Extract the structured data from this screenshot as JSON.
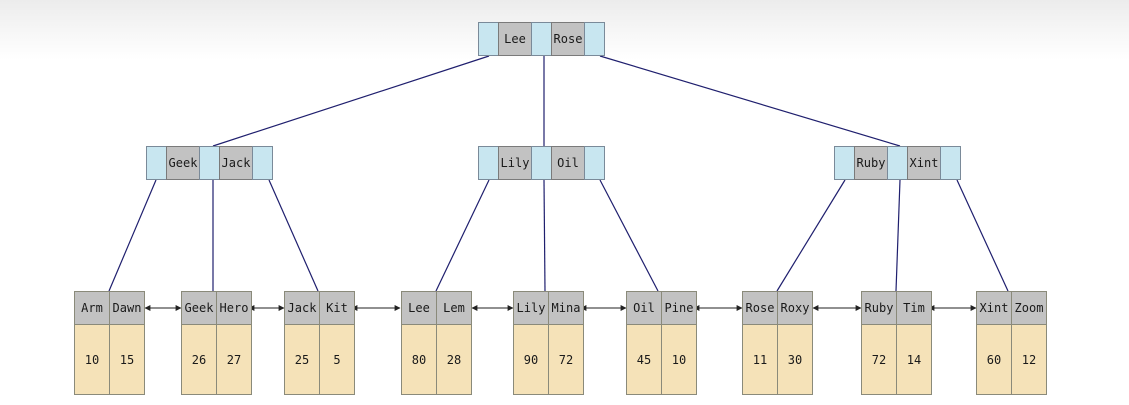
{
  "tree": {
    "root": {
      "keys": [
        "Lee",
        "Rose"
      ]
    },
    "internal": [
      {
        "keys": [
          "Geek",
          "Jack"
        ]
      },
      {
        "keys": [
          "Lily",
          "Oil"
        ]
      },
      {
        "keys": [
          "Ruby",
          "Xint"
        ]
      }
    ],
    "leaves": [
      {
        "keys": [
          "Arm",
          "Dawn"
        ],
        "values": [
          "10",
          "15"
        ]
      },
      {
        "keys": [
          "Geek",
          "Hero"
        ],
        "values": [
          "26",
          "27"
        ]
      },
      {
        "keys": [
          "Jack",
          "Kit"
        ],
        "values": [
          "25",
          "5"
        ]
      },
      {
        "keys": [
          "Lee",
          "Lem"
        ],
        "values": [
          "80",
          "28"
        ]
      },
      {
        "keys": [
          "Lily",
          "Mina"
        ],
        "values": [
          "90",
          "72"
        ]
      },
      {
        "keys": [
          "Oil",
          "Pine"
        ],
        "values": [
          "45",
          "10"
        ]
      },
      {
        "keys": [
          "Rose",
          "Roxy"
        ],
        "values": [
          "11",
          "30"
        ]
      },
      {
        "keys": [
          "Ruby",
          "Tim"
        ],
        "values": [
          "72",
          "14"
        ]
      },
      {
        "keys": [
          "Xint",
          "Zoom"
        ],
        "values": [
          "60",
          "12"
        ]
      }
    ]
  },
  "colors": {
    "pointer_cell": "#c8e6f0",
    "key_cell": "#c2c2c2",
    "value_cell": "#f5e2b8",
    "edge": "#1f1f6e"
  }
}
